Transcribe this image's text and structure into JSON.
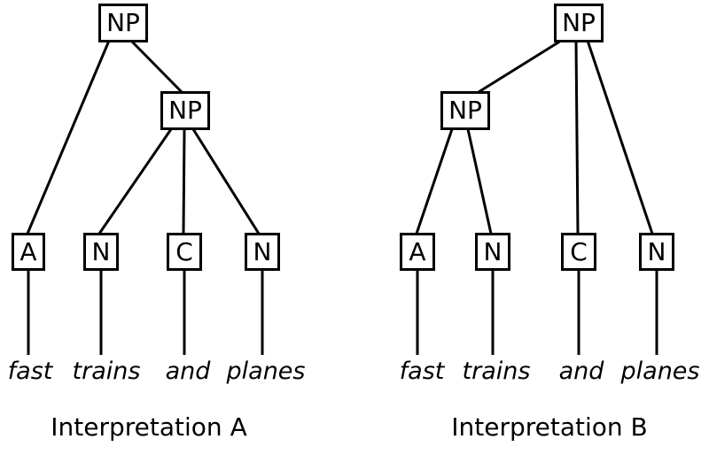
{
  "diagram": {
    "background_color": "#ffffff",
    "line_color": "#000000",
    "text_color": "#000000"
  },
  "trees": [
    {
      "caption": "Interpretation A",
      "root_label": "NP",
      "inner_label": "NP",
      "leaves": [
        {
          "label": "A",
          "word": "fast"
        },
        {
          "label": "N",
          "word": "trains"
        },
        {
          "label": "C",
          "word": "and"
        },
        {
          "label": "N",
          "word": "planes"
        }
      ]
    },
    {
      "caption": "Interpretation B",
      "root_label": "NP",
      "inner_label": "NP",
      "leaves": [
        {
          "label": "A",
          "word": "fast"
        },
        {
          "label": "N",
          "word": "trains"
        },
        {
          "label": "C",
          "word": "and"
        },
        {
          "label": "N",
          "word": "planes"
        }
      ]
    }
  ]
}
